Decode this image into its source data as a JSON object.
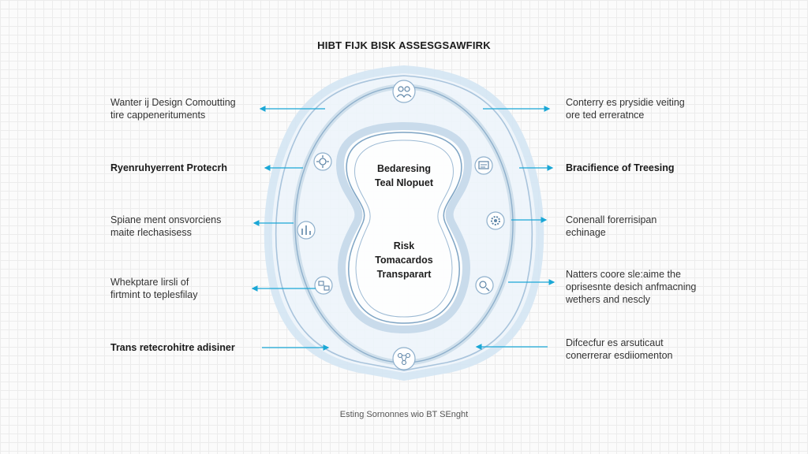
{
  "title": "HIBT FIJK BISK ASSESGSAWFIRK",
  "footer": "Esting Sornonnes wio BT SEnght",
  "center": {
    "upper": [
      "Bedaresing",
      "Teal Nlopuet"
    ],
    "lower": [
      "Risk",
      "Tomacardos",
      "Transparart"
    ]
  },
  "left_labels": [
    {
      "lines": [
        "Wanter ij Design Comoutting",
        "tire cappenerituments"
      ],
      "bold": false
    },
    {
      "lines": [
        "Ryenruhyerrent Protecrh"
      ],
      "bold": true
    },
    {
      "lines": [
        "Spiane ment onsvorciens",
        "maite rlechasisess"
      ],
      "bold": false
    },
    {
      "lines": [
        "Whekptare lirsli of",
        "firtmint to teplesfilay"
      ],
      "bold": false
    },
    {
      "lines": [
        "Trans retecrohitre adisiner"
      ],
      "bold": true
    }
  ],
  "right_labels": [
    {
      "lines": [
        "Conterry es prysidie veiting",
        "ore ted erreratnce"
      ],
      "bold": false
    },
    {
      "lines": [
        "Bracifience of Treesing"
      ],
      "bold": true
    },
    {
      "lines": [
        "Conenall forerrisipan",
        "echinage"
      ],
      "bold": false
    },
    {
      "lines": [
        "Natters coore sle:aime the",
        "oprisesnte desich anfmacning",
        "wethers and nescly"
      ],
      "bold": false
    },
    {
      "lines": [
        "Difcecfur es arsuticaut",
        "conerrerar esdiiomenton"
      ],
      "bold": false
    }
  ],
  "icons": [
    "team-icon",
    "settings-icon",
    "document-icon",
    "gear-icon",
    "chart-icon",
    "process-icon",
    "network-icon"
  ],
  "colors": {
    "accent": "#1aa7d6",
    "ring": "#a9c4dc",
    "glow": "#d5e6f4"
  }
}
